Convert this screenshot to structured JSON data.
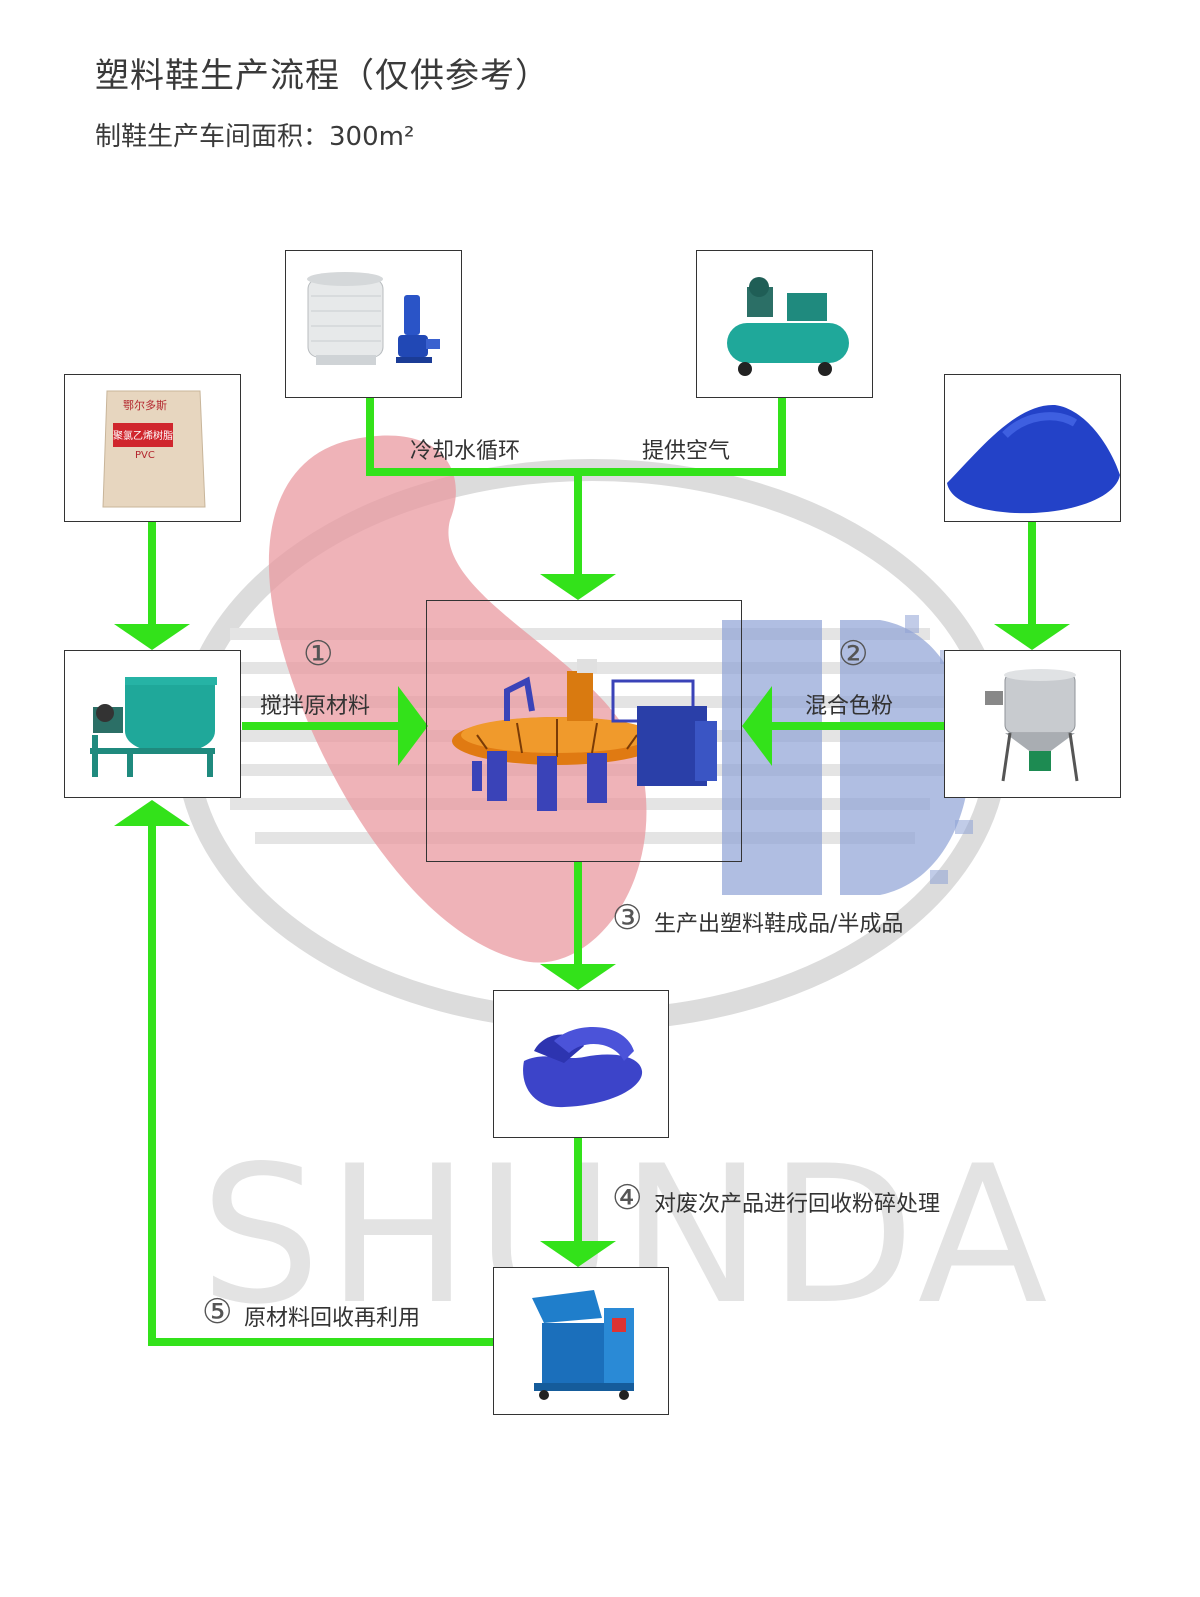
{
  "title": "塑料鞋生产流程（仅供参考）",
  "subtitle": "制鞋生产车间面积：300m²",
  "watermark": "SHUNDA",
  "colors": {
    "arrow": "#33e21a",
    "logo_red": "#ea9aa0",
    "logo_blue": "#8fa3d6",
    "logo_gray": "#d8d8d8"
  },
  "steps": {
    "s1": {
      "num": "①",
      "label": "搅拌原材料"
    },
    "s2": {
      "num": "②",
      "label": "混合色粉"
    },
    "s3": {
      "num": "③",
      "label": "生产出塑料鞋成品/半成品"
    },
    "s4": {
      "num": "④",
      "label": "对废次产品进行回收粉碎处理"
    },
    "s5": {
      "num": "⑤",
      "label": "原材料回收再利用"
    }
  },
  "flow_labels": {
    "cooling": "冷却水循环",
    "air": "提供空气"
  },
  "bag_text": {
    "brand": "鄂尔多斯",
    "name": "聚氯乙烯树脂",
    "code": "PVC"
  },
  "icons": {
    "pvc_bag": "pvc-resin-bag-icon",
    "cooling_tower": "cooling-tower-icon",
    "air_compressor": "air-compressor-icon",
    "color_powder": "blue-color-powder-icon",
    "mixer": "ribbon-mixer-icon",
    "injection_machine": "rotary-injection-machine-icon",
    "color_mixer": "vertical-color-mixer-icon",
    "slipper": "slipper-icon",
    "crusher": "plastic-crusher-icon"
  }
}
